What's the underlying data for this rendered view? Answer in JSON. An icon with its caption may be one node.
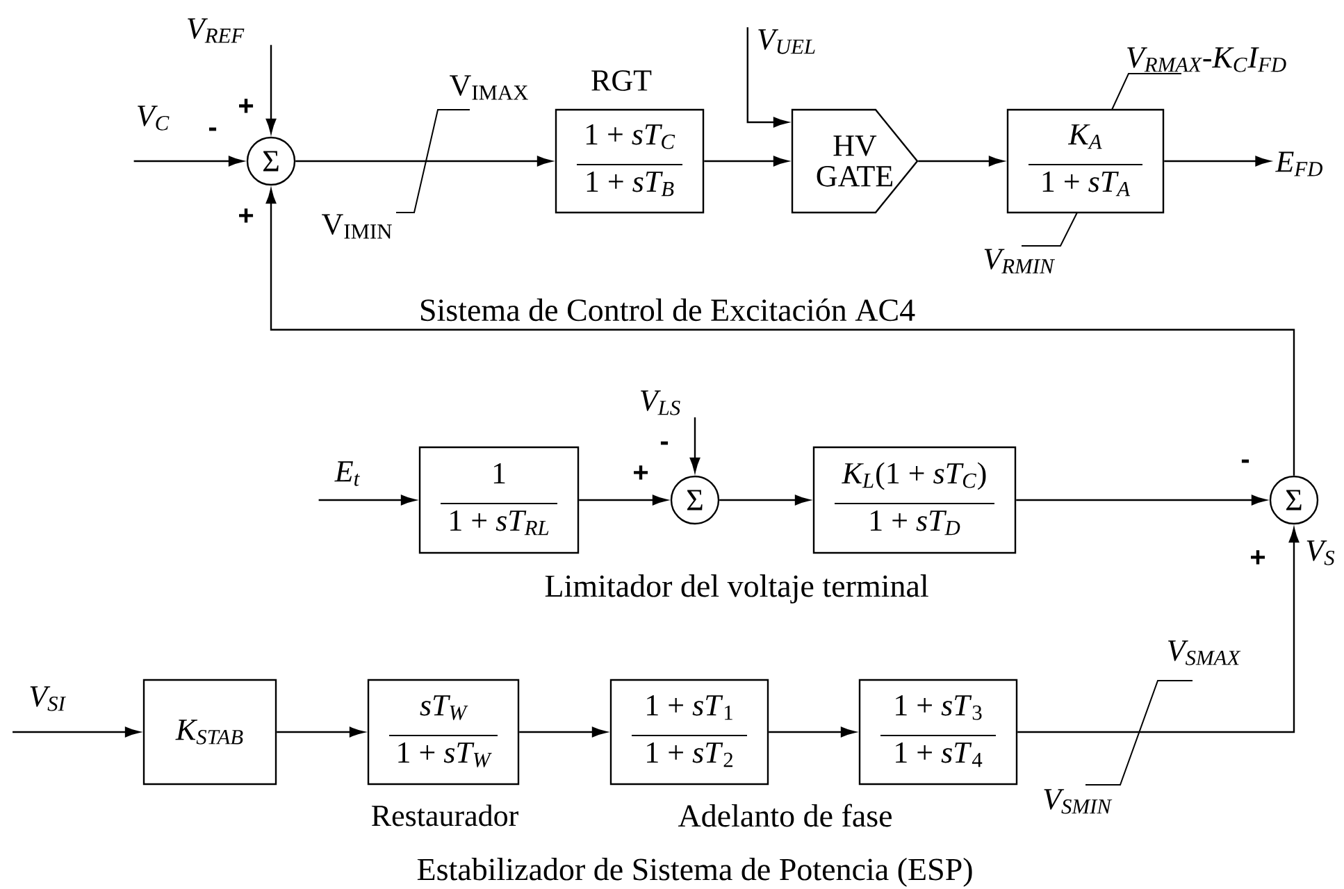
{
  "diagram": {
    "nodes": [
      {
        "text": [
          "V$_{REF}$"
        ]
      },
      {
        "text": [
          "V$_{C}$"
        ]
      },
      {
        "text": [
          "Σ"
        ]
      },
      {
        "text": [
          "RGT",
          "1 + *sT$_{C}$*",
          "1 + *sT$_{B}$*"
        ]
      },
      {
        "text": [
          "V$_{UEL}$"
        ]
      },
      {
        "text": [
          "HV GATE"
        ]
      },
      {
        "text": [
          "*K$_{A}$*",
          "1 + *sT$_{A}$*"
        ]
      },
      {
        "text": [
          "E$_{FD}$"
        ]
      },
      {
        "text": [
          "E$_{t}$"
        ]
      },
      {
        "text": [
          "1",
          "1 + *sT$_{RL}$*"
        ]
      },
      {
        "text": [
          "V$_{LS}$"
        ]
      },
      {
        "text": [
          "Σ"
        ]
      },
      {
        "text": [
          "*K$_{L}$*(1 + *sT$_{C}$*)",
          "1 + *sT$_{D}$*"
        ]
      },
      {
        "text": [
          "Σ"
        ],
        "beside": [
          "V$_{S}$"
        ]
      },
      {
        "text": [
          "V$_{SI}$"
        ]
      },
      {
        "text": [
          "K$_{STAB}$"
        ]
      },
      {
        "text": [
          "*sT$_{W}$*",
          "1 + *sT$_{W}$*"
        ],
        "beside": [
          "Restaurador"
        ]
      },
      {
        "text": [
          "1 + *sT*$_{1}$",
          "1 + *sT*$_{2}$"
        ]
      },
      {
        "text": [
          "1 + *sT*$_{3}$",
          "1 + *sT*$_{4}$"
        ]
      }
    ],
    "edges": [
      {
        "from": 0,
        "to": 2,
        "arrow": "to",
        "label": "+"
      },
      {
        "from": 1,
        "to": 2,
        "arrow": "to",
        "label": "-"
      },
      {
        "from": 2,
        "to": 3,
        "arrow": "to"
      },
      {
        "from": 3,
        "to": 5,
        "arrow": "to"
      },
      {
        "from": 4,
        "to": 5,
        "arrow": "to"
      },
      {
        "from": 5,
        "to": 6,
        "arrow": "to"
      },
      {
        "from": 6,
        "to": 7,
        "arrow": "to"
      },
      {
        "from": 8,
        "to": 9,
        "arrow": "to"
      },
      {
        "from": 9,
        "to": 11,
        "arrow": "to",
        "label": "+"
      },
      {
        "from": 10,
        "to": 11,
        "arrow": "to",
        "label": "-"
      },
      {
        "from": 11,
        "to": 12,
        "arrow": "to"
      },
      {
        "from": 12,
        "to": 13,
        "arrow": "to",
        "label": "-"
      },
      {
        "from": 14,
        "to": 15,
        "arrow": "to"
      },
      {
        "from": 15,
        "to": 16,
        "arrow": "to"
      },
      {
        "from": 16,
        "to": 17,
        "arrow": "to"
      },
      {
        "from": 17,
        "to": 18,
        "arrow": "to"
      },
      {
        "from": 18,
        "to": 13,
        "arrow": "to",
        "label": "+"
      },
      {
        "from": 13,
        "to": 2,
        "arrow": "to",
        "label": "+"
      }
    ],
    "labels": [
      "V$_{IMAX}$",
      "V$_{IMIN}$",
      "V$_{RMAX}$-K$_{C}$I$_{FD}$",
      "V$_{RMIN}$",
      "Sistema de Control de Excitación AC4",
      "Limitador del voltaje terminal",
      "V$_{SMAX}$",
      "V$_{SMIN}$",
      "Adelanto de fase",
      "Estabilizador de Sistema de Potencia (ESP)"
    ]
  }
}
